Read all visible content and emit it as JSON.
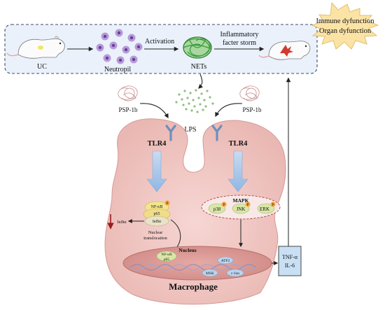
{
  "top_panel": {
    "uc_label": "UC",
    "neutrophil_label": "Neutropil",
    "activation_label": "Activation",
    "nets_label": "NETs",
    "storm_line1": "Inflammatory",
    "storm_line2": "facter storm"
  },
  "outcome": {
    "line1": "Immune dyfunction",
    "line2": "Organ dyfunction"
  },
  "psp_left_label": "PSP-1b",
  "psp_right_label": "PSP-1b",
  "lps_label": "LPS",
  "tlr4_left_label": "TLR4",
  "tlr4_right_label": "TLR4",
  "nfkb_complex": {
    "nfkb": "NF-κB",
    "p65": "p65",
    "ikb": "IκBα"
  },
  "ikb_released_label": "IκBα",
  "nuclear_translocation": {
    "line1": "Nuclear",
    "line2": "translocation"
  },
  "mapk": {
    "title": "MAPK",
    "p38": "p38",
    "jnk": "JNK",
    "erk": "ERK"
  },
  "phospho_label": "P",
  "nucleus": {
    "title": "Nucleus",
    "nfkb_line1": "NF-κB",
    "nfkb_line2": "p65",
    "atf2": "ATF2",
    "msk": "MSK",
    "cjun": "c-Jun"
  },
  "cytokines": {
    "tnf": "TNF-α",
    "il6": "IL-6"
  },
  "macrophage_label": "Macrophage"
}
